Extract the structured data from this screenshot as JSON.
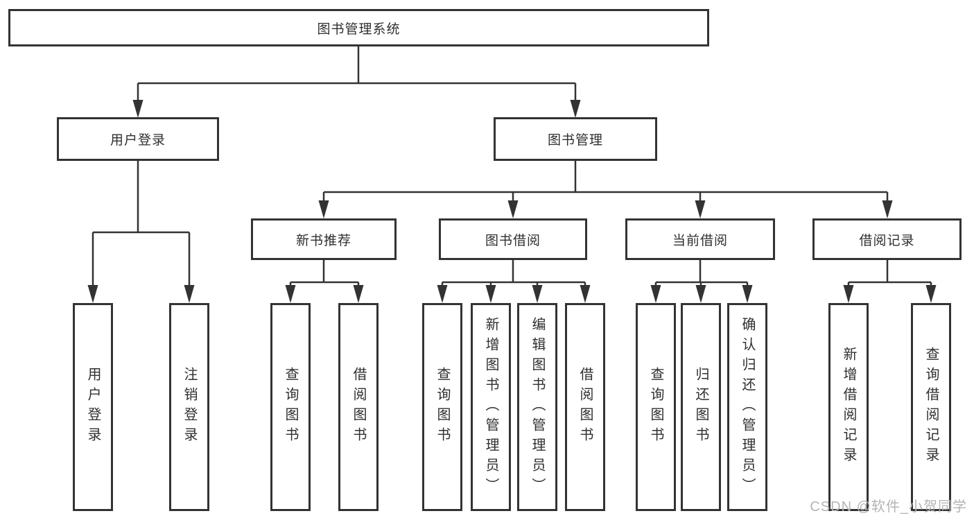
{
  "diagram": {
    "root": {
      "label": "图书管理系统"
    },
    "level2": [
      {
        "id": "user-login",
        "label": "用户登录"
      },
      {
        "id": "book-management",
        "label": "图书管理"
      }
    ],
    "level3": [
      {
        "id": "new-book-recommend",
        "label": "新书推荐"
      },
      {
        "id": "book-borrow",
        "label": "图书借阅"
      },
      {
        "id": "current-borrow",
        "label": "当前借阅"
      },
      {
        "id": "borrow-records",
        "label": "借阅记录"
      }
    ],
    "leaves": {
      "user_login": [
        "用户登录",
        "注销登录"
      ],
      "new_book_recommend": [
        "查询图书",
        "借阅图书"
      ],
      "book_borrow": [
        "查询图书",
        "新增图书（管理员）",
        "编辑图书（管理员）",
        "借阅图书"
      ],
      "current_borrow": [
        "查询图书",
        "归还图书",
        "确认归还（管理员）"
      ],
      "borrow_records": [
        "新增借阅记录",
        "查询借阅记录"
      ]
    }
  },
  "watermark": {
    "text": "CSDN @软件_小贺同学"
  },
  "colors": {
    "line": "#333333",
    "box_border": "#333333",
    "text": "#2f2f2f",
    "watermark": "#b4b4b4",
    "background": "#ffffff"
  }
}
